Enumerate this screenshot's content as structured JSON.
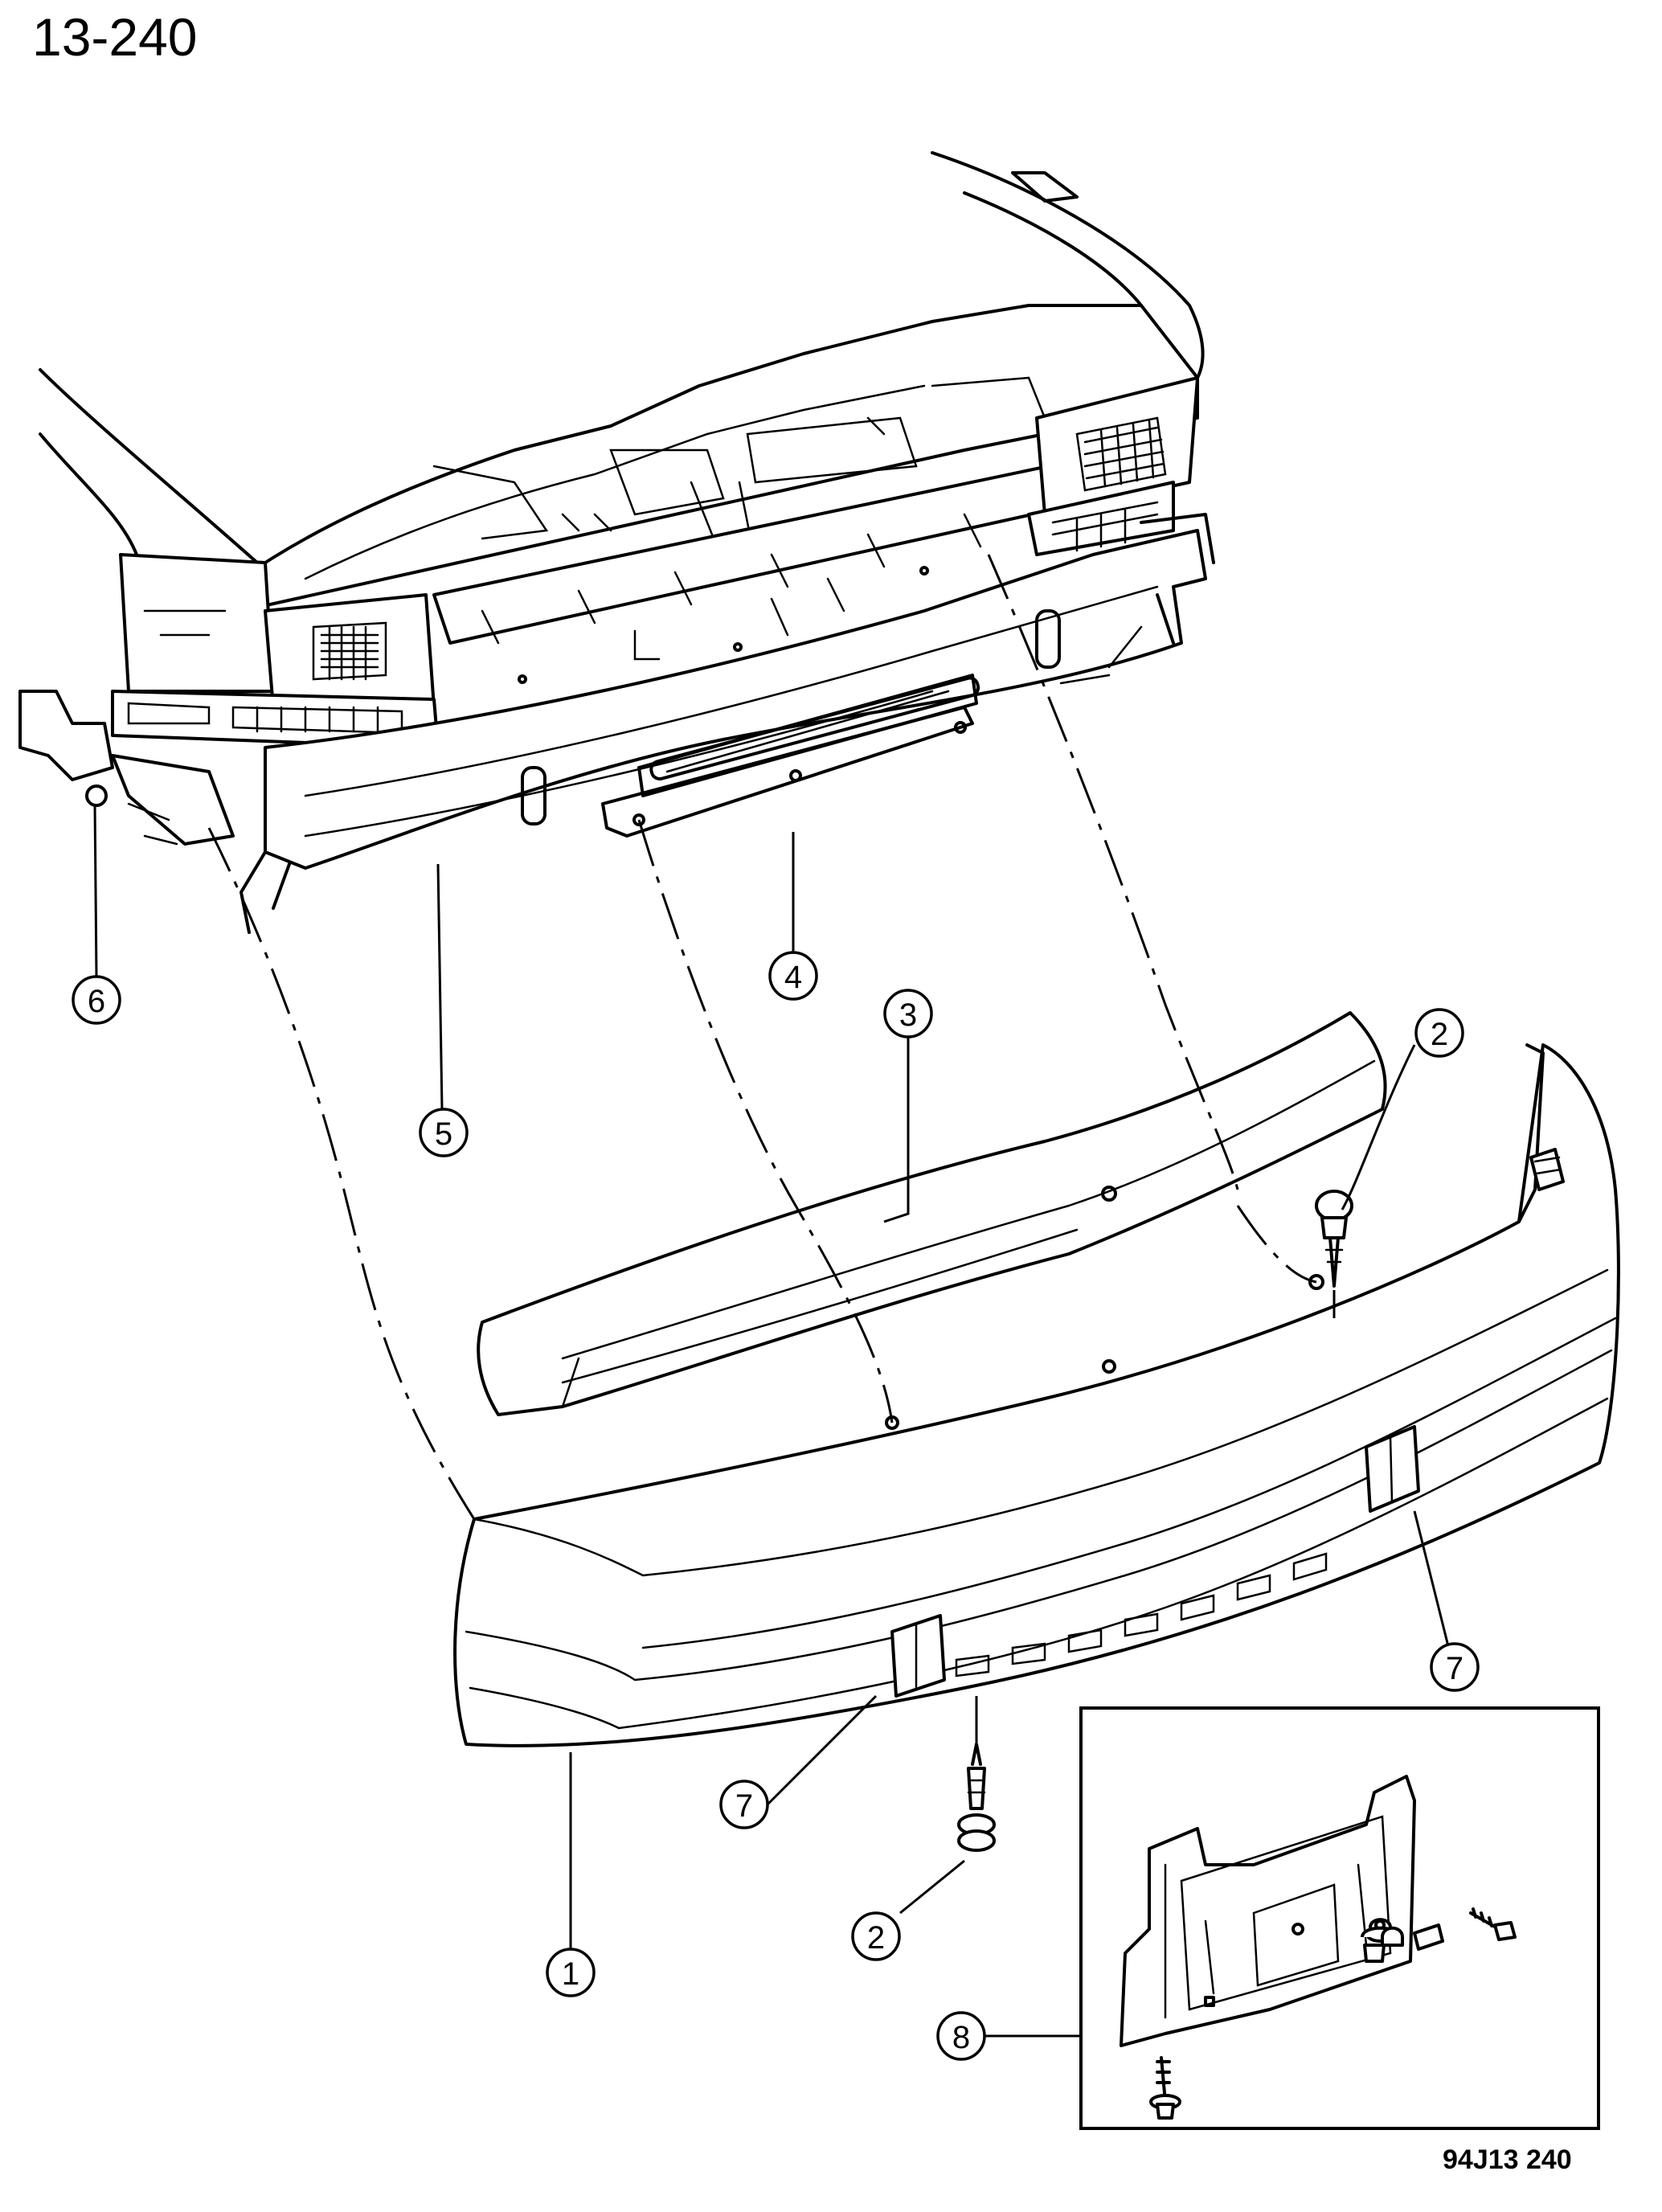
{
  "header": {
    "page_number": "13-240"
  },
  "footer": {
    "figure_code": "94J13 240"
  },
  "callouts": [
    {
      "id": "c1",
      "label": "1"
    },
    {
      "id": "c2a",
      "label": "2"
    },
    {
      "id": "c2b",
      "label": "2"
    },
    {
      "id": "c3",
      "label": "3"
    },
    {
      "id": "c4",
      "label": "4"
    },
    {
      "id": "c5",
      "label": "5"
    },
    {
      "id": "c6",
      "label": "6"
    },
    {
      "id": "c7a",
      "label": "7"
    },
    {
      "id": "c7b",
      "label": "7"
    },
    {
      "id": "c8",
      "label": "8"
    }
  ]
}
